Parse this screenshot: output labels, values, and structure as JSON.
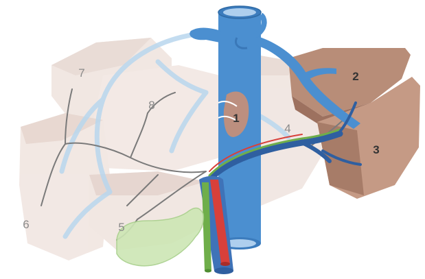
{
  "diagram": {
    "segments": [
      {
        "key": "s1",
        "label": "1"
      },
      {
        "key": "s2",
        "label": "2"
      },
      {
        "key": "s3",
        "label": "3"
      },
      {
        "key": "s4",
        "label": "4"
      },
      {
        "key": "s5",
        "label": "5"
      },
      {
        "key": "s6",
        "label": "6"
      },
      {
        "key": "s7",
        "label": "7"
      },
      {
        "key": "s8",
        "label": "8"
      }
    ],
    "colors": {
      "right_lobe": "#efe3de",
      "right_lobe_shade": "#e2d0c8",
      "left_lobe": "#b88d78",
      "left_lobe_shade": "#9d715f",
      "portal_vein": "#3f73b8",
      "hepatic_vein": "#4b8fd0",
      "hepatic_vein_light": "#b9d7ee",
      "artery": "#d8403a",
      "bile_duct": "#6fae4a",
      "gallbladder": "#cde6b4",
      "caudate": "#c98f76"
    }
  }
}
